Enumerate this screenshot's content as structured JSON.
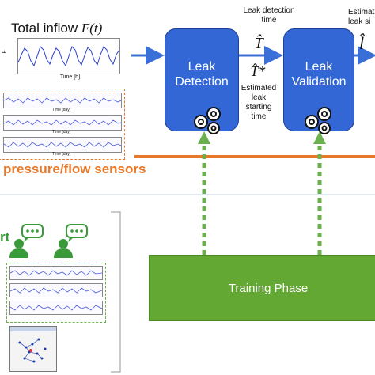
{
  "header": {
    "total_inflow_label": "Total inflow",
    "total_inflow_symbol": "F(t)"
  },
  "inflow_plot": {
    "ylabel": "F",
    "xlabel": "Time [h]"
  },
  "sensor_plots": {
    "xlabel": "Time [day]"
  },
  "blocks": {
    "detection_line1": "Leak",
    "detection_line2": "Detection",
    "validation_line1": "Leak",
    "validation_line2": "Validation",
    "training": "Training Phase"
  },
  "annotations": {
    "detection_time_line1": "Leak detection",
    "detection_time_line2": "time",
    "t_hat": "T̂",
    "t_hat_star": "T̂*",
    "start_line1": "Estimated",
    "start_line2": "leak",
    "start_line3": "starting",
    "start_line4": "time",
    "size_line1": "Estimat",
    "size_line2": "leak si",
    "l_hat": "l̂"
  },
  "sensors_label": "pressure/flow sensors",
  "expert_label_fragment": "rt",
  "colors": {
    "block_blue": "#3467d6",
    "arrow_blue": "#3a6fd8",
    "sensor_orange": "#e8782a",
    "training_green": "#62a832",
    "dashed_green": "#6ab04c",
    "person_green": "#3a9a3a"
  }
}
